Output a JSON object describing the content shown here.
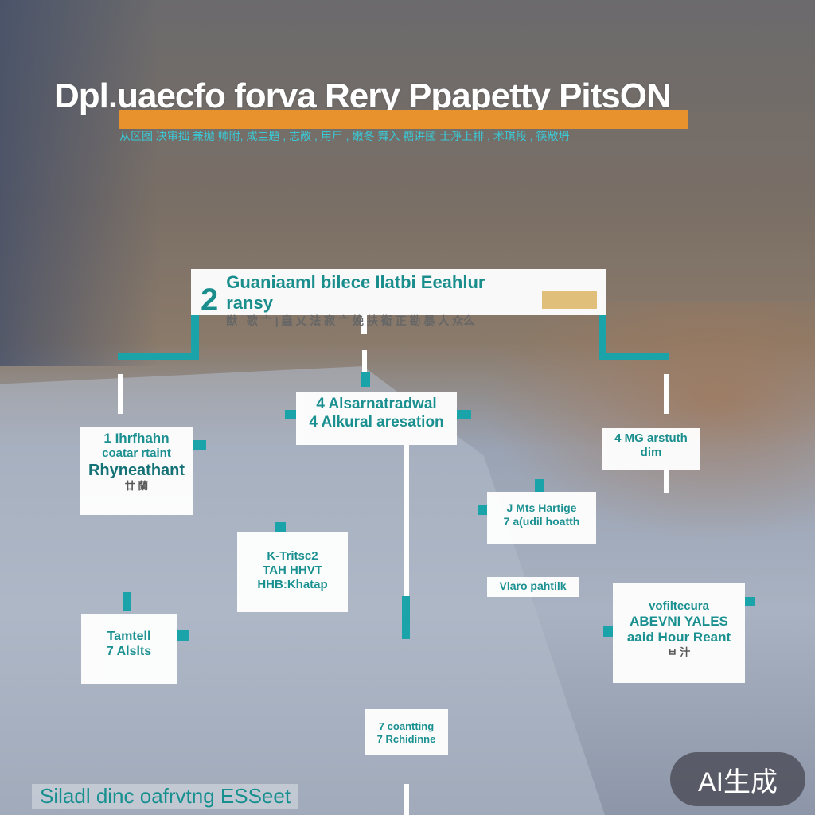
{
  "header": {
    "title": "Dpl.uaecfo forva Rery Ppapetty PitsON",
    "subtitle": "从区图 决审拙 兼抛 帅附, 成圭題 , 志敞 , 用尸 , 嫩冬 舞入 糖讲國 士淨上排 , 术琪段 , 筷敞坍"
  },
  "boxes": {
    "top": {
      "number": "2",
      "line1": "Guaniaaml bilece Ilatbi Eeahlur ransy",
      "line2": "猷_ 歌 亠 | 蟲 乂 法 寂 亠 娩 扶 衛 正 勘 暴 人 众么"
    },
    "center": {
      "line1": "4 Alsarnatradwal",
      "line2": "4 Alkural aresation"
    },
    "left": {
      "line1": "1 Ihrfhahn",
      "line2": "coatar rtaint",
      "line3": "Rhyneathant",
      "line4": "廿 蘭"
    },
    "right_top": {
      "line1": "4 MG arstuth",
      "line2": "dim"
    },
    "mid_right": {
      "line1": "J Mts Hartige",
      "line2": "7 a(udil hoatth"
    },
    "mid_left": {
      "line1": "K-Tritsc2",
      "line2": "TAH HHVT",
      "line3": "HHB:Khatap"
    },
    "label": {
      "text": "Vlaro pahtilk"
    },
    "lower_left": {
      "line1": "Tamtell",
      "line2": "7 Alslts"
    },
    "lower_right": {
      "line1": "vofiltecura",
      "line2": "ABEVNI YALES",
      "line3": "aaid Hour Reant",
      "line4": "ㅂ 汁"
    },
    "bottom": {
      "line1": "7 coantting",
      "line2": "7 Rchidinne"
    }
  },
  "footer_text": "Siladl dinc oafrvtng ESSeet",
  "badge": "AI生成",
  "colors": {
    "accent": "#e8922e",
    "teal": "#1aa3a8"
  }
}
